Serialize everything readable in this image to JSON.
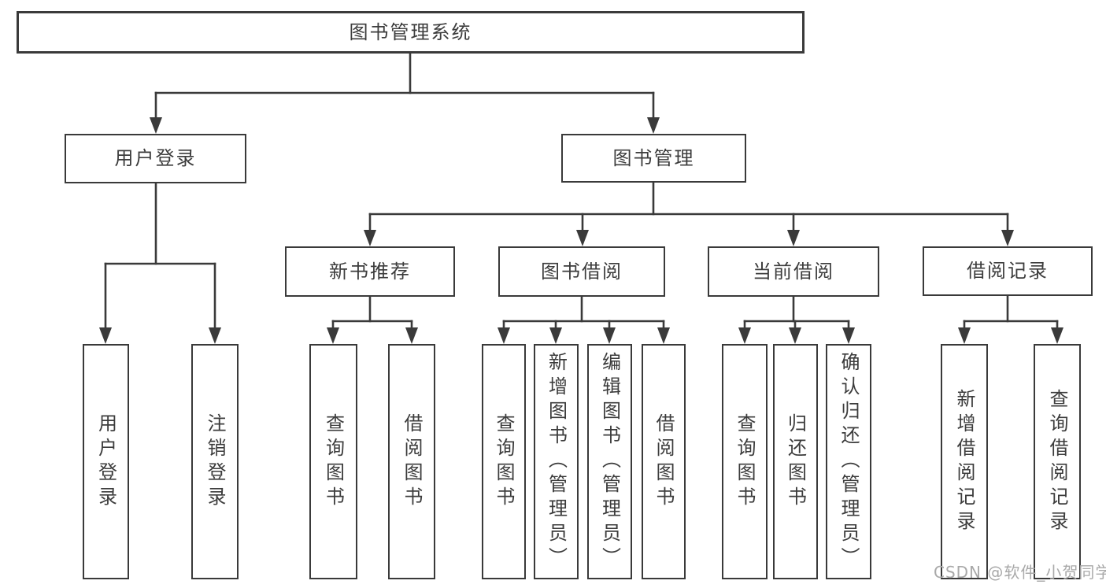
{
  "diagram_title": "图书管理系统",
  "watermark": "CSDN @软件_小贺同学",
  "colors": {
    "line": "#3a3a3a",
    "box_border": "#3a3a3a",
    "box_fill": "#ffffff",
    "text": "#3c3c3c",
    "watermark": "#a9a9a9",
    "background": "#ffffff"
  },
  "nodes": [
    {
      "id": "root",
      "label": "图书管理系统",
      "parent": null
    },
    {
      "id": "user-login",
      "label": "用户登录",
      "parent": "root"
    },
    {
      "id": "book-mgmt",
      "label": "图书管理",
      "parent": "root"
    },
    {
      "id": "new-book-rec",
      "label": "新书推荐",
      "parent": "book-mgmt"
    },
    {
      "id": "book-borrow",
      "label": "图书借阅",
      "parent": "book-mgmt"
    },
    {
      "id": "current-borrow",
      "label": "当前借阅",
      "parent": "book-mgmt"
    },
    {
      "id": "borrow-record",
      "label": "借阅记录",
      "parent": "book-mgmt"
    },
    {
      "id": "leaf-user-login",
      "label": "用户登录",
      "parent": "user-login"
    },
    {
      "id": "leaf-logout",
      "label": "注销登录",
      "parent": "user-login"
    },
    {
      "id": "leaf-query-book-1",
      "label": "查询图书",
      "parent": "new-book-rec"
    },
    {
      "id": "leaf-borrow-book-1",
      "label": "借阅图书",
      "parent": "new-book-rec"
    },
    {
      "id": "leaf-query-book-2",
      "label": "查询图书",
      "parent": "book-borrow"
    },
    {
      "id": "leaf-add-book",
      "label": "新增图书（管理员）",
      "parent": "book-borrow"
    },
    {
      "id": "leaf-edit-book",
      "label": "编辑图书（管理员）",
      "parent": "book-borrow"
    },
    {
      "id": "leaf-borrow-book-2",
      "label": "借阅图书",
      "parent": "book-borrow"
    },
    {
      "id": "leaf-query-book-3",
      "label": "查询图书",
      "parent": "current-borrow"
    },
    {
      "id": "leaf-return-book",
      "label": "归还图书",
      "parent": "current-borrow"
    },
    {
      "id": "leaf-confirm-return",
      "label": "确认归还（管理员）",
      "parent": "current-borrow"
    },
    {
      "id": "leaf-add-record",
      "label": "新增借阅记录",
      "parent": "borrow-record"
    },
    {
      "id": "leaf-query-record",
      "label": "查询借阅记录",
      "parent": "borrow-record"
    }
  ]
}
